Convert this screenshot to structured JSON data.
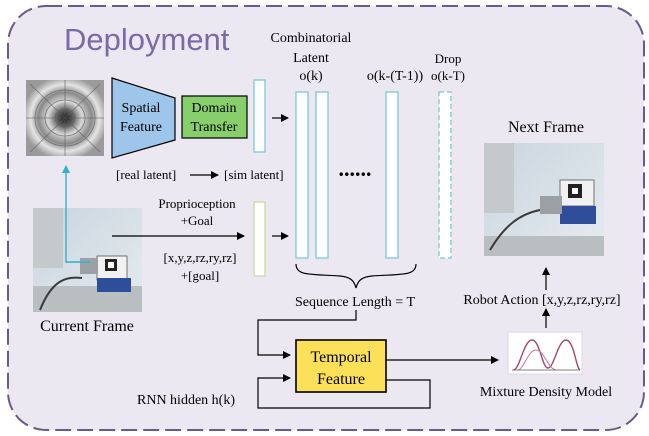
{
  "diagram": {
    "title": "Deployment",
    "header": {
      "combinatorial_line1": "Combinatorial",
      "combinatorial_line2": "Latent",
      "ok": "o(k)",
      "okt1": "o(k-(T-1))",
      "drop_line1": "Drop",
      "drop_line2": "o(k-T)"
    },
    "spatial_feature": {
      "line1": "Spatial",
      "line2": "Feature"
    },
    "domain_transfer": {
      "line1": "Domain",
      "line2": "Transfer"
    },
    "real_latent": "[real latent]",
    "sim_latent": "[sim latent]",
    "proprioception": {
      "line1": "Proprioception",
      "line2": "+Goal"
    },
    "pose": {
      "line1": "[x,y,z,rz,ry,rz]",
      "line2": "+[goal]"
    },
    "ellipsis": "......",
    "sequence_length": "Sequence Length = T",
    "current_frame": "Current Frame",
    "next_frame": "Next Frame",
    "temporal_feature": {
      "line1": "Temporal",
      "line2": "Feature"
    },
    "rnn_hidden": "RNN hidden h(k)",
    "robot_action": "Robot Action [x,y,z,rz,ry,rz]",
    "mixture_density": "Mixture Density Model",
    "colors": {
      "background": "#ebe8f1",
      "border": "#6a5a8a",
      "title": "#7a6aa6",
      "spatial_fill": "#9ec6ea",
      "domain_fill": "#86cf6a",
      "latent_stroke": "#7cc8d8",
      "proprio_stroke": "#c7dca0",
      "temporal_fill": "#fde05a",
      "arrow_cyan": "#2fb3c7",
      "mixture_curve": "#9c4a70"
    }
  }
}
